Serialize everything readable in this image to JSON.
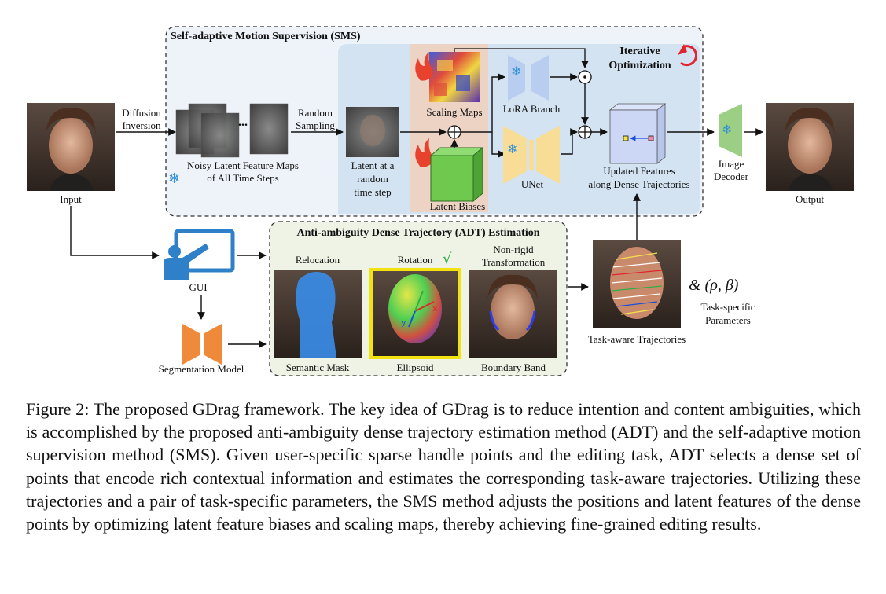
{
  "figure": {
    "sms": {
      "title": "Self-adaptive Motion Supervision (SMS)",
      "iterative_line1": "Iterative",
      "iterative_line2": "Optimization",
      "scaling_maps": "Scaling Maps",
      "lora_branch": "LoRA Branch",
      "unet": "UNet",
      "latent_biases": "Latent Biases",
      "updated_line1": "Updated Features",
      "updated_line2": "along Dense Trajectories",
      "noisy_line1": "Noisy Latent Feature Maps",
      "noisy_line2": "of All Time Steps",
      "latent_line1": "Latent at a",
      "latent_line2": "random",
      "latent_line3": "time step",
      "random_line1": "Random",
      "random_line2": "Sampling",
      "diffusion_line1": "Diffusion",
      "diffusion_line2": "Inversion",
      "ellipsis": "..."
    },
    "input_label": "Input",
    "output_label": "Output",
    "image_decoder_line1": "Image",
    "image_decoder_line2": "Decoder",
    "gui_label": "GUI",
    "seg_label": "Segmentation Model",
    "adt": {
      "title": "Anti-ambiguity Dense Trajectory (ADT) Estimation",
      "relocation": "Relocation",
      "rotation": "Rotation",
      "checkmark": "√",
      "nonrigid_line1": "Non-rigid",
      "nonrigid_line2": "Transformation",
      "semantic_mask": "Semantic Mask",
      "ellipsoid": "Ellipsoid",
      "boundary_band": "Boundary Band",
      "axis_x": "x",
      "axis_y": "y"
    },
    "task_aware": "Task-aware Trajectories",
    "params_symbol": "& (ρ,  β)",
    "params_line1": "Task-specific",
    "params_line2": "Parameters"
  },
  "caption": {
    "text": "Figure 2: The proposed GDrag framework. The key idea of GDrag is to reduce intention and content ambiguities, which is accomplished by the proposed anti-ambiguity dense trajectory estimation method (ADT) and the self-adaptive motion supervision method (SMS). Given user-specific sparse handle points and the editing task, ADT selects a dense set of points that encode rich contextual information and estimates the corresponding task-aware trajectories. Utilizing these trajectories and a pair of task-specific parameters, the SMS method adjusts the positions and latent features of the dense points by optimizing latent feature biases and scaling maps, thereby achieving fine-grained editing results."
  },
  "colors": {
    "sms_bg": "#eef3fa",
    "inner_bg": "#d3e3f1",
    "biases_bg": "#ecd3c4",
    "adt_bg": "#eef3e6",
    "unet": "#f8dd97",
    "lora": "#b8cdef",
    "latent_cube": "#6ec94e",
    "seg_model": "#ef8a3a",
    "decoder": "#9ccf84",
    "gui": "#2e81c9"
  }
}
